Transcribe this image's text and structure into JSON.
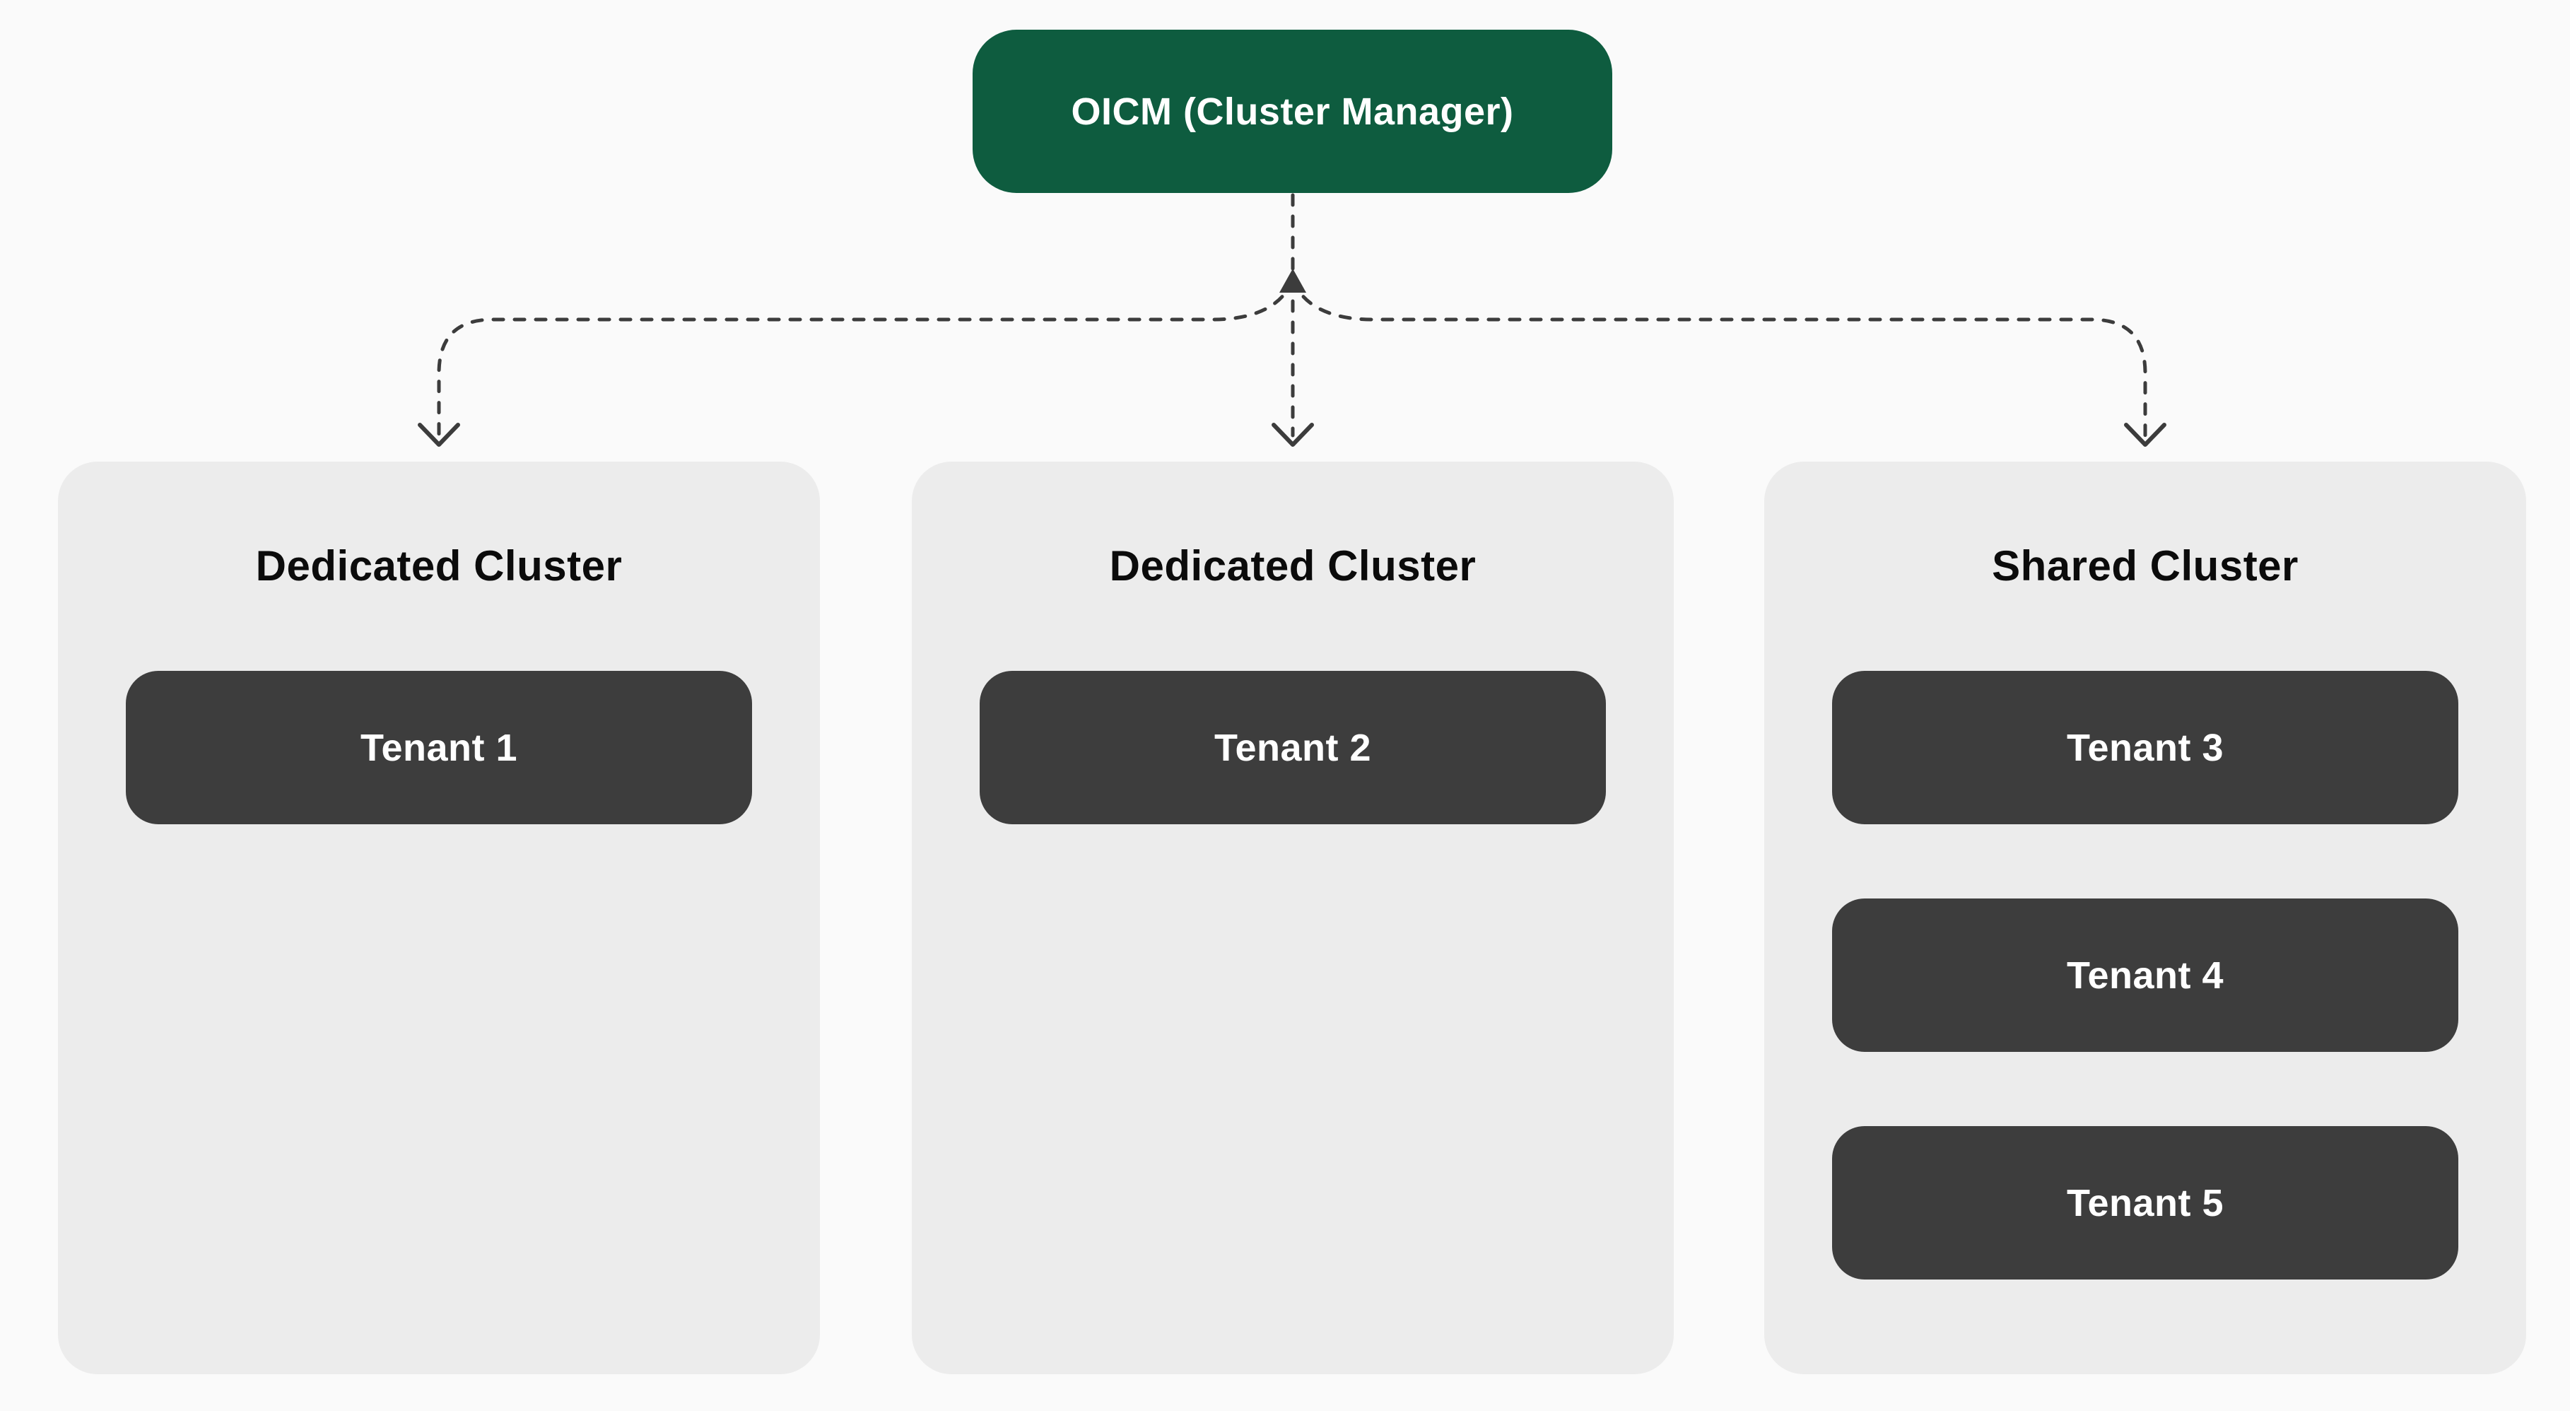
{
  "root_node": {
    "label": "OICM (Cluster Manager)"
  },
  "clusters": [
    {
      "title": "Dedicated Cluster",
      "tenants": [
        "Tenant 1"
      ]
    },
    {
      "title": "Dedicated Cluster",
      "tenants": [
        "Tenant 2"
      ]
    },
    {
      "title": "Shared Cluster",
      "tenants": [
        "Tenant 3",
        "Tenant 4",
        "Tenant 5"
      ]
    }
  ],
  "colors": {
    "canvas_bg": "#FAFAFA",
    "panel_bg": "#ECECEC",
    "tenant_bg": "#3D3D3D",
    "tenant_text": "#FFFFFF",
    "root_bg": "#0E5C3F",
    "root_text": "#FFFFFF",
    "heading_text": "#0B0B0B",
    "edge": "#3C3C3C"
  }
}
